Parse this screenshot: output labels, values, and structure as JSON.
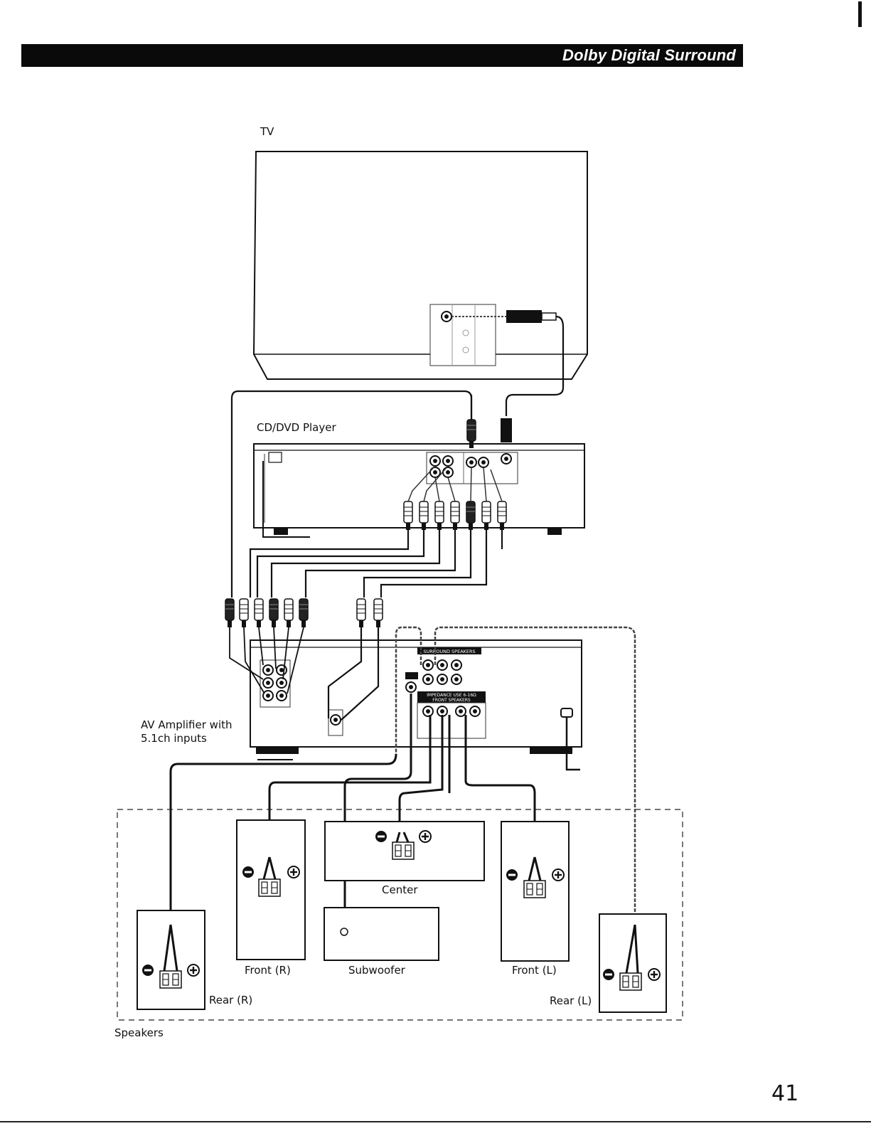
{
  "header": {
    "title": "Dolby Digital Surround"
  },
  "devices": {
    "tv": "TV",
    "player": "CD/DVD Player",
    "amplifier_line1": "AV Amplifier with",
    "amplifier_line2": "5.1ch inputs"
  },
  "speakers": {
    "group_label": "Speakers",
    "center": "Center",
    "front_r": "Front (R)",
    "front_l": "Front (L)",
    "subwoofer": "Subwoofer",
    "rear_r": "Rear (R)",
    "rear_l": "Rear (L)"
  },
  "amp_panel": {
    "surround_speakers": "SURROUND SPEAKERS",
    "impedance": "IMPEDANCE USE 6-16Ω",
    "front_speakers": "FRONT SPEAKERS"
  },
  "page_number": "41"
}
